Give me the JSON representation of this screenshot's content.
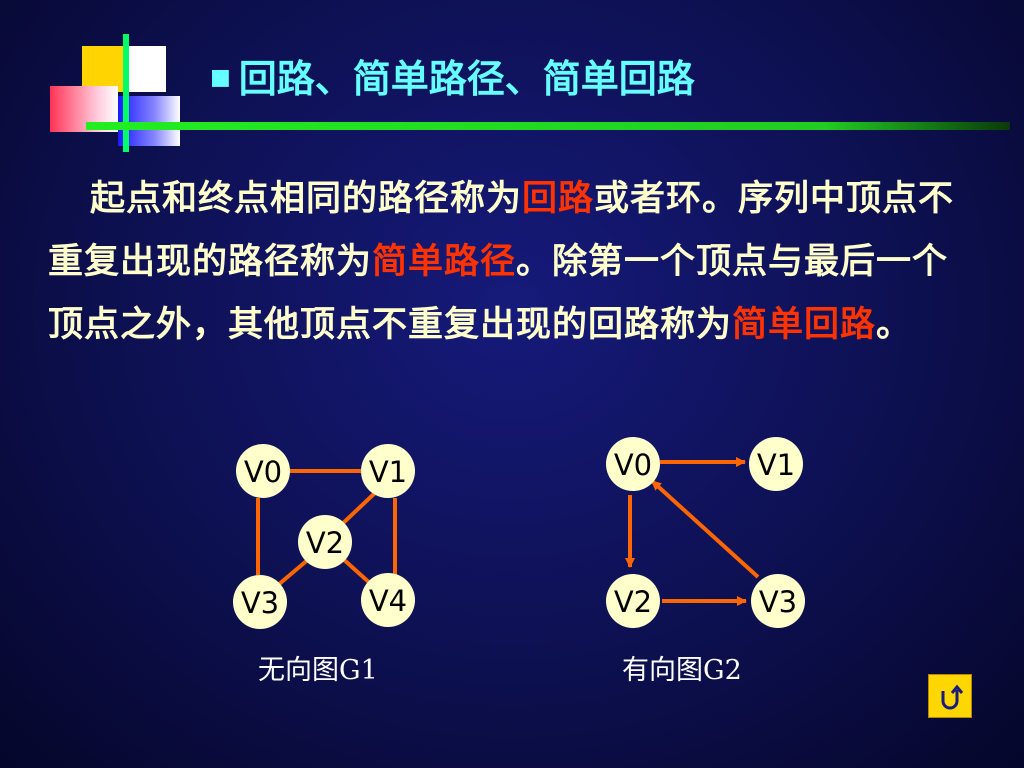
{
  "slide": {
    "title": "回路、简单路径、简单回路",
    "bullet": "■",
    "paragraph": [
      {
        "text": "起点和终点相同的路径称为",
        "highlight": false
      },
      {
        "text": "回路",
        "highlight": true
      },
      {
        "text": "或者环。序列中顶点不重复出现的路径称为",
        "highlight": false
      },
      {
        "text": "简单路径",
        "highlight": true
      },
      {
        "text": "。除第一个顶点与最后一个顶点之外，其他顶点不重复出现的回路称为",
        "highlight": false
      },
      {
        "text": "简单回路",
        "highlight": true
      },
      {
        "text": "。",
        "highlight": false
      }
    ]
  },
  "graphs": {
    "g1": {
      "caption": "无向图G1",
      "nodes": [
        "V0",
        "V1",
        "V2",
        "V3",
        "V4"
      ],
      "edges": [
        [
          "V0",
          "V1"
        ],
        [
          "V0",
          "V3"
        ],
        [
          "V1",
          "V2"
        ],
        [
          "V1",
          "V4"
        ],
        [
          "V2",
          "V3"
        ],
        [
          "V2",
          "V4"
        ]
      ]
    },
    "g2": {
      "caption": "有向图G2",
      "nodes": [
        "V0",
        "V1",
        "V2",
        "V3"
      ],
      "edges": [
        [
          "V0",
          "V1"
        ],
        [
          "V0",
          "V2"
        ],
        [
          "V2",
          "V3"
        ],
        [
          "V3",
          "V0"
        ]
      ]
    }
  },
  "colors": {
    "title": "#66ffff",
    "text": "#ffffcc",
    "highlight": "#ff3300",
    "node_fill": "#ffffcc",
    "edge": "#ff6600"
  },
  "icons": {
    "return": "return-arrow-icon"
  }
}
